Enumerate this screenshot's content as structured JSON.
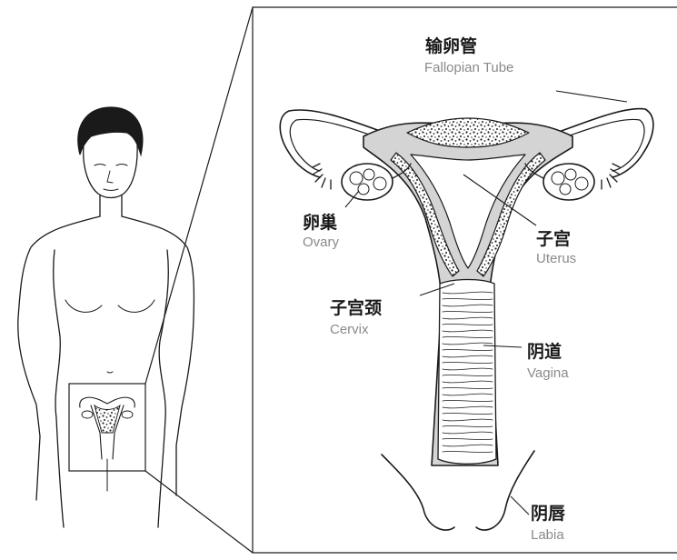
{
  "labels": {
    "fallopian_tube": {
      "zh": "输卵管",
      "en": "Fallopian Tube"
    },
    "ovary": {
      "zh": "卵巢",
      "en": "Ovary"
    },
    "uterus": {
      "zh": "子宫",
      "en": "Uterus"
    },
    "cervix": {
      "zh": "子宫颈",
      "en": "Cervix"
    },
    "vagina": {
      "zh": "阴道",
      "en": "Vagina"
    },
    "labia": {
      "zh": "阴唇",
      "en": "Labia"
    }
  },
  "colors": {
    "line": "#1a1a1a",
    "tissue": "#d4d4d4",
    "label_en": "#8a8a8a"
  }
}
